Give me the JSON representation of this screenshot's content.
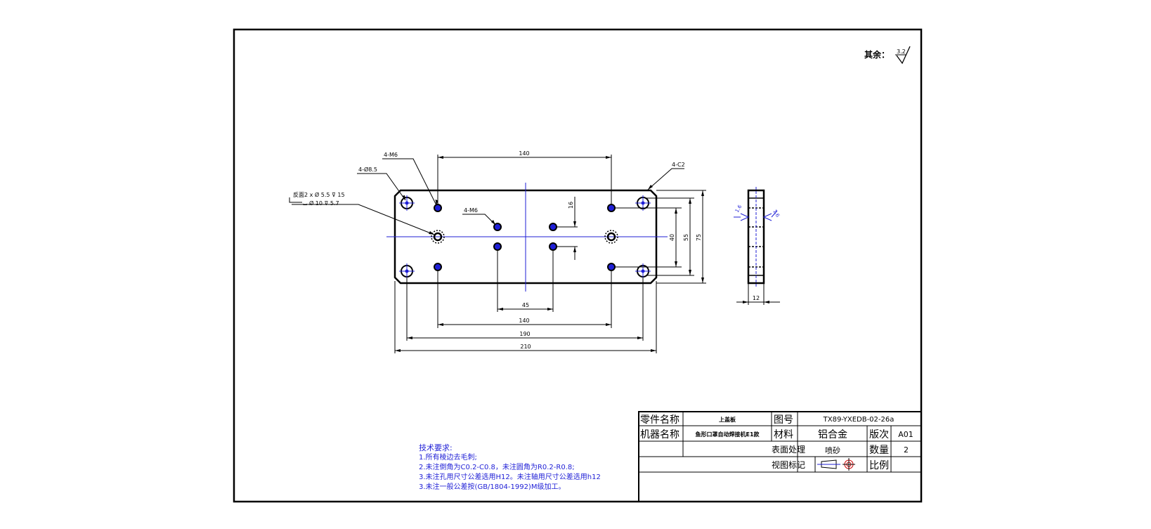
{
  "roughness": {
    "label": "其余：",
    "value": "3.2"
  },
  "callouts": {
    "holes_m6_top": "4-M6",
    "holes_dia8_5": "4-Ø8.5",
    "counterbore_line1": "反面2 x Ø 5.5 ⊽ 15",
    "counterbore_line2": "⌴ Ø 10 ⊽ 5.7",
    "holes_m6_center": "4-M6",
    "chamfer": "4-C2",
    "side_roughness": "1.6"
  },
  "dimensions": {
    "top_140": "140",
    "bottom_45": "45",
    "bottom_140": "140",
    "bottom_190": "190",
    "bottom_210": "210",
    "right_16": "16",
    "right_40": "40",
    "right_55": "55",
    "right_75": "75",
    "side_12": "12"
  },
  "notes": {
    "title": "技术要求:",
    "items": [
      "1.所有棱边去毛刺;",
      "2.未注倒角为C0.2-C0.8，未注圆角为R0.2-R0.8;",
      "3.未注孔用尺寸公差选用H12。未注轴用尺寸公差选用h12",
      "3.未注一般公差按(GB/1804-1992)M级加工。"
    ]
  },
  "title_block": {
    "part_name_label": "零件名称",
    "part_name_value": "上盖板",
    "drawing_no_label": "图号",
    "drawing_no_value": "TX89-YXEDB-02-26a",
    "machine_name_label": "机器名称",
    "machine_name_value": "鱼形口罩自动焊接机E1款",
    "material_label": "材料",
    "material_value": "铝合金",
    "revision_label": "版次",
    "revision_value": "A01",
    "surface_label": "表面处理",
    "surface_value": "喷砂",
    "quantity_label": "数量",
    "quantity_value": "2",
    "view_label": "视图标记",
    "scale_label": "比例",
    "scale_value": ""
  },
  "colors": {
    "line": "#000000",
    "center": "#1f1fd6",
    "hole": "#1f1fd6"
  }
}
